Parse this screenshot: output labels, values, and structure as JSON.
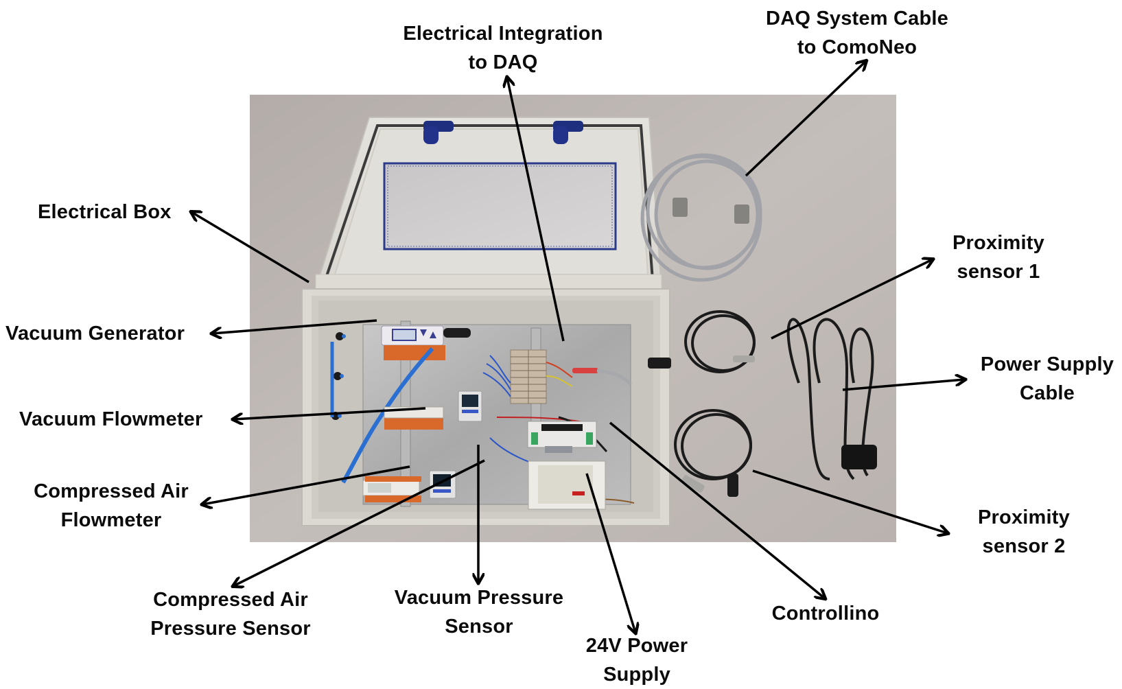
{
  "figure": {
    "title": "Annotated electrical box with sensors and cables",
    "background_color": "#ffffff",
    "photo_background_color": "#bdb6b2",
    "label_color": "#0b0b0b",
    "arrow_color": "#000000"
  },
  "labels": {
    "electrical_integration": [
      "Electrical Integration",
      "to DAQ"
    ],
    "daq_cable": [
      "DAQ System Cable",
      "to ComoNeo"
    ],
    "electrical_box": [
      "Electrical Box"
    ],
    "vacuum_generator": [
      "Vacuum Generator"
    ],
    "vacuum_flowmeter": [
      "Vacuum Flowmeter"
    ],
    "compressed_air_flowmeter": [
      "Compressed Air",
      "Flowmeter"
    ],
    "compressed_air_pressure_sensor": [
      "Compressed Air",
      "Pressure Sensor"
    ],
    "vacuum_pressure_sensor": [
      "Vacuum Pressure",
      "Sensor"
    ],
    "power_supply_24v": [
      "24V Power",
      "Supply"
    ],
    "controllino": [
      "Controllino"
    ],
    "proximity_sensor_1": [
      "Proximity",
      "sensor 1"
    ],
    "power_supply_cable": [
      "Power Supply",
      "Cable"
    ],
    "proximity_sensor_2": [
      "Proximity",
      "sensor 2"
    ]
  },
  "components": {
    "vacuum_generator_display": "vacuum-generator-display",
    "terminal_block": "terminal-block",
    "controllino_plc": "controllino-plc",
    "power_supply_unit": "24v-power-supply-unit"
  }
}
